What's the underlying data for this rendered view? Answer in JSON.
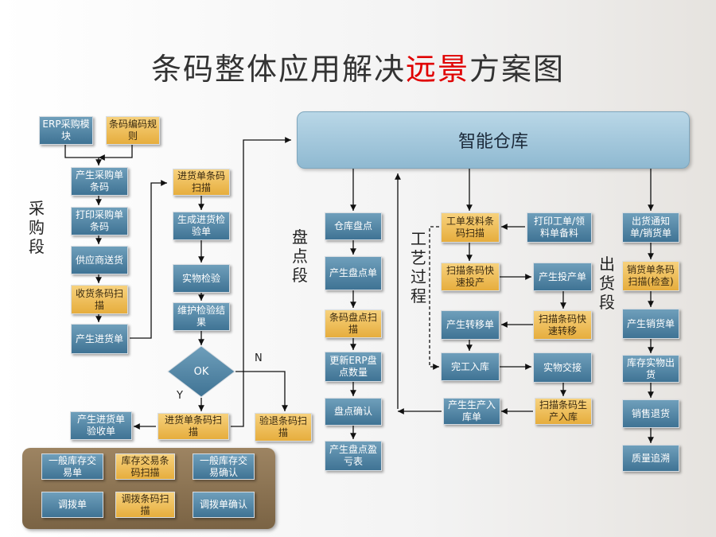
{
  "title": {
    "main": "条码整体应用解决",
    "highlight": "远景",
    "tail": "方案图"
  },
  "hub": "智能仓库",
  "sections": {
    "procurement": [
      "采",
      "购",
      "段"
    ],
    "inventory": [
      "盘",
      "点",
      "段"
    ],
    "process": [
      "工",
      "艺",
      "过",
      "程"
    ],
    "shipping": [
      "出",
      "货",
      "段"
    ]
  },
  "decision": {
    "label": "OK",
    "yes": "Y",
    "no": "N"
  },
  "procure": {
    "erp": "ERP采购模块",
    "barcode_rule": "条码编码规则",
    "gen_po": "产生采购单条码",
    "print_po": "打印采购单条码",
    "supplier": "供应商送货",
    "receive_scan": "收货条码扫描",
    "gen_receipt": "产生进货单",
    "receipt_scan": "进货单条码扫描",
    "gen_inspect": "生成进货检验单",
    "inspect": "实物检验",
    "maintain": "维护检验结果",
    "receipt_scan2": "进货单条码扫描",
    "accept_doc": "产生进货单验收单",
    "return_scan": "验退条码扫描"
  },
  "stock": {
    "count": "仓库盘点",
    "gen_count": "产生盘点单",
    "count_scan": "条码盘点扫描",
    "update_erp": "更新ERP盘点数量",
    "confirm": "盘点确认",
    "pl": "产生盘点盈亏表"
  },
  "process": {
    "issue_scan": "工单发料条码扫描",
    "print_order": "打印工单/领料单备料",
    "quick_start": "扫描条码快速投产",
    "gen_start": "产生投产单",
    "gen_transfer": "产生转移单",
    "quick_transfer": "扫描条码快速转移",
    "finish": "完工入库",
    "handover": "实物交接",
    "gen_store": "产生生产入库单",
    "scan_store": "扫描条码生产入库"
  },
  "ship": {
    "notice": "出货通知单/销货单",
    "scan": "销货单条码扫描(检查)",
    "gen": "产生销货单",
    "out": "库存实物出货",
    "ret": "销售退货",
    "trace": "质量追溯"
  },
  "panel": {
    "general_doc": "一般库存交易单",
    "stock_scan": "库存交易条码扫描",
    "general_confirm": "一般库存交易确认",
    "transfer_doc": "调拨单",
    "transfer_scan": "调拨条码扫描",
    "transfer_confirm": "调拨单确认"
  }
}
